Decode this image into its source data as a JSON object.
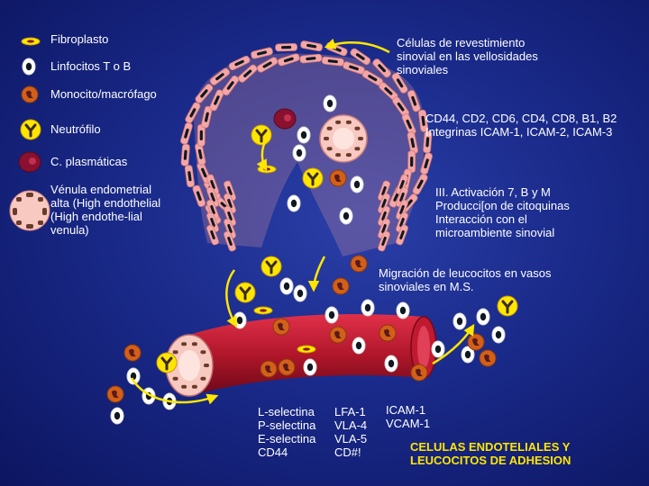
{
  "legend": {
    "fibroblast": "Fibroplasto",
    "lymphocyte": "Linfocitos T o B",
    "monocyte": "Monocito/macrófago",
    "neutrophil": "Neutrófilo",
    "plasma": "C. plasmáticas",
    "venule_l1": "Vénula endometrial",
    "venule_l2": "alta (High endothelial",
    "venule_l3": "(High endothe-lial",
    "venule_l4": "venula)"
  },
  "annotations": {
    "lining_l1": "Células de revestimiento",
    "lining_l2": "sinovial en las vellosidades",
    "lining_l3": "sinoviales",
    "cd_l1": "CD44, CD2, CD6, CD4, CD8, B1, B2",
    "cd_l2": "Integrinas  ICAM-1, ICAM-2, ICAM-3",
    "activation_l1": "III. Activación 7, B y M",
    "activation_l2": "Producci[on de citoquinas",
    "activation_l3": "Interacción con el",
    "activation_l4": "microambiente sinovial",
    "migration_l1": "Migración de leucocitos en vasos",
    "migration_l2": "sinoviales en M.S."
  },
  "molecules": {
    "col1": [
      "L-selectina",
      "P-selectina",
      "E-selectina",
      "CD44"
    ],
    "col2": [
      "LFA-1",
      "VLA-4",
      "VLA-5",
      "CD#!"
    ],
    "col3": [
      "ICAM-1",
      "VCAM-1"
    ]
  },
  "footer": {
    "line1": "CELULAS ENDOTELIALES Y",
    "line2": "LEUCOCITOS DE ADHESION"
  },
  "colors": {
    "background": "#1a2a8a",
    "vessel": "#b0162a",
    "lining_cell": "#f4a6a6",
    "neutrophil": "#ffe600",
    "monocyte": "#d2601a",
    "plasma_cell": "#8a1030",
    "arrow": "#ffe600"
  }
}
